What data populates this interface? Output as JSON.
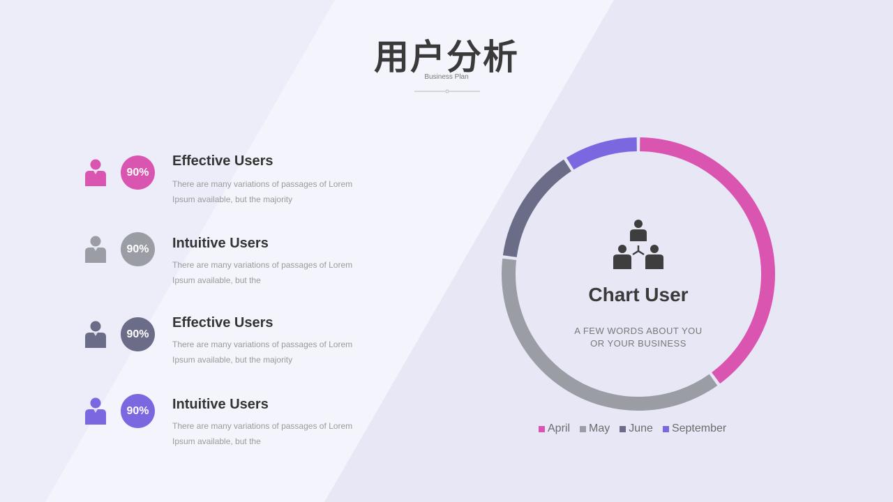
{
  "header": {
    "title": "用户分析",
    "subtitle": "Business Plan"
  },
  "items": [
    {
      "title": "Effective Users",
      "percent": "90%",
      "desc": "There are many variations of passages of Lorem Ipsum available, but the majority",
      "color": "#d955b0"
    },
    {
      "title": "Intuitive Users",
      "percent": "90%",
      "desc": "There are many variations of passages of Lorem Ipsum available, but the",
      "color": "#9b9da5"
    },
    {
      "title": "Effective Users",
      "percent": "90%",
      "desc": "There are many variations of passages of Lorem Ipsum available, but the majority",
      "color": "#6b6d88"
    },
    {
      "title": "Intuitive Users",
      "percent": "90%",
      "desc": "There are many variations of passages of Lorem Ipsum available, but the",
      "color": "#7b68e0"
    }
  ],
  "chart_center": {
    "icon": "users-network-icon",
    "title": "Chart User",
    "subtitle_line1": "A FEW WORDS ABOUT YOU",
    "subtitle_line2": "OR YOUR BUSINESS"
  },
  "chart_data": {
    "type": "pie",
    "series": [
      {
        "name": "April",
        "value": 40,
        "color": "#d955b0"
      },
      {
        "name": "May",
        "value": 37,
        "color": "#9b9da5"
      },
      {
        "name": "June",
        "value": 14,
        "color": "#6b6d88"
      },
      {
        "name": "September",
        "value": 9,
        "color": "#7b68e0"
      }
    ],
    "legend": "bottom",
    "grid": false
  }
}
